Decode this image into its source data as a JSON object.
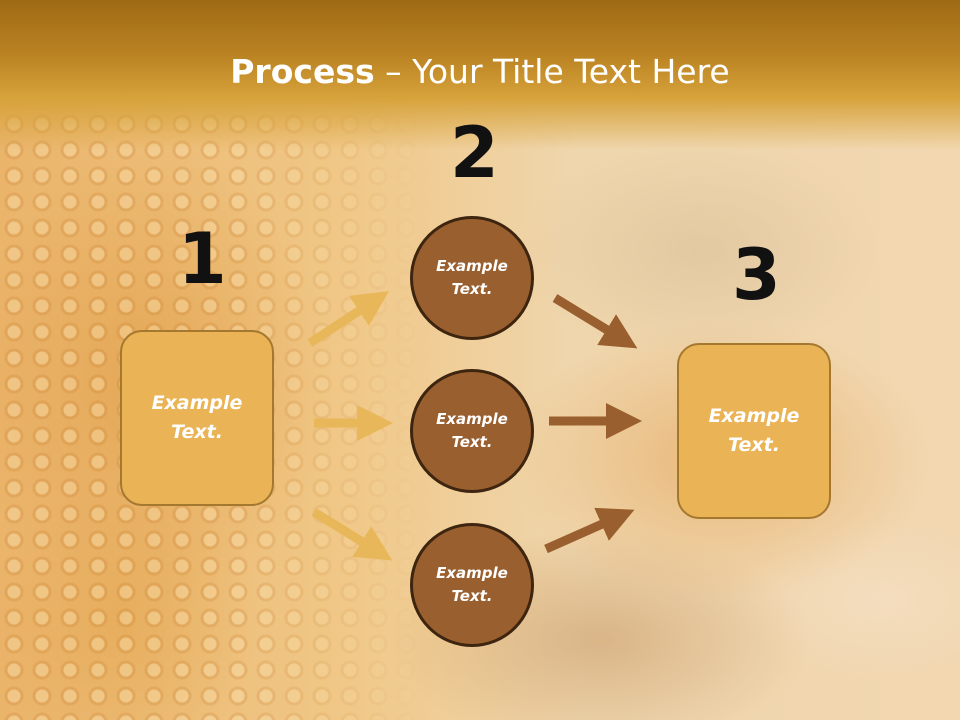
{
  "slide": {
    "title_bold": "Process",
    "title_rest": " – Your Title Text Here"
  },
  "steps": {
    "num1": "1",
    "num2": "2",
    "num3": "3"
  },
  "nodes": {
    "left_box": [
      "Example",
      "Text."
    ],
    "circle_top": [
      "Example",
      "Text."
    ],
    "circle_middle": [
      "Example",
      "Text."
    ],
    "circle_bottom": [
      "Example",
      "Text."
    ],
    "right_box": [
      "Example",
      "Text."
    ]
  },
  "colors": {
    "header": "#b98121",
    "box_fill": "#e9b356",
    "box_border": "#a5782f",
    "circle_fill": "#9a5f2e",
    "circle_border": "#3d2510",
    "arrow_light": "#e8b75a",
    "arrow_dark": "#9a5f2e"
  }
}
